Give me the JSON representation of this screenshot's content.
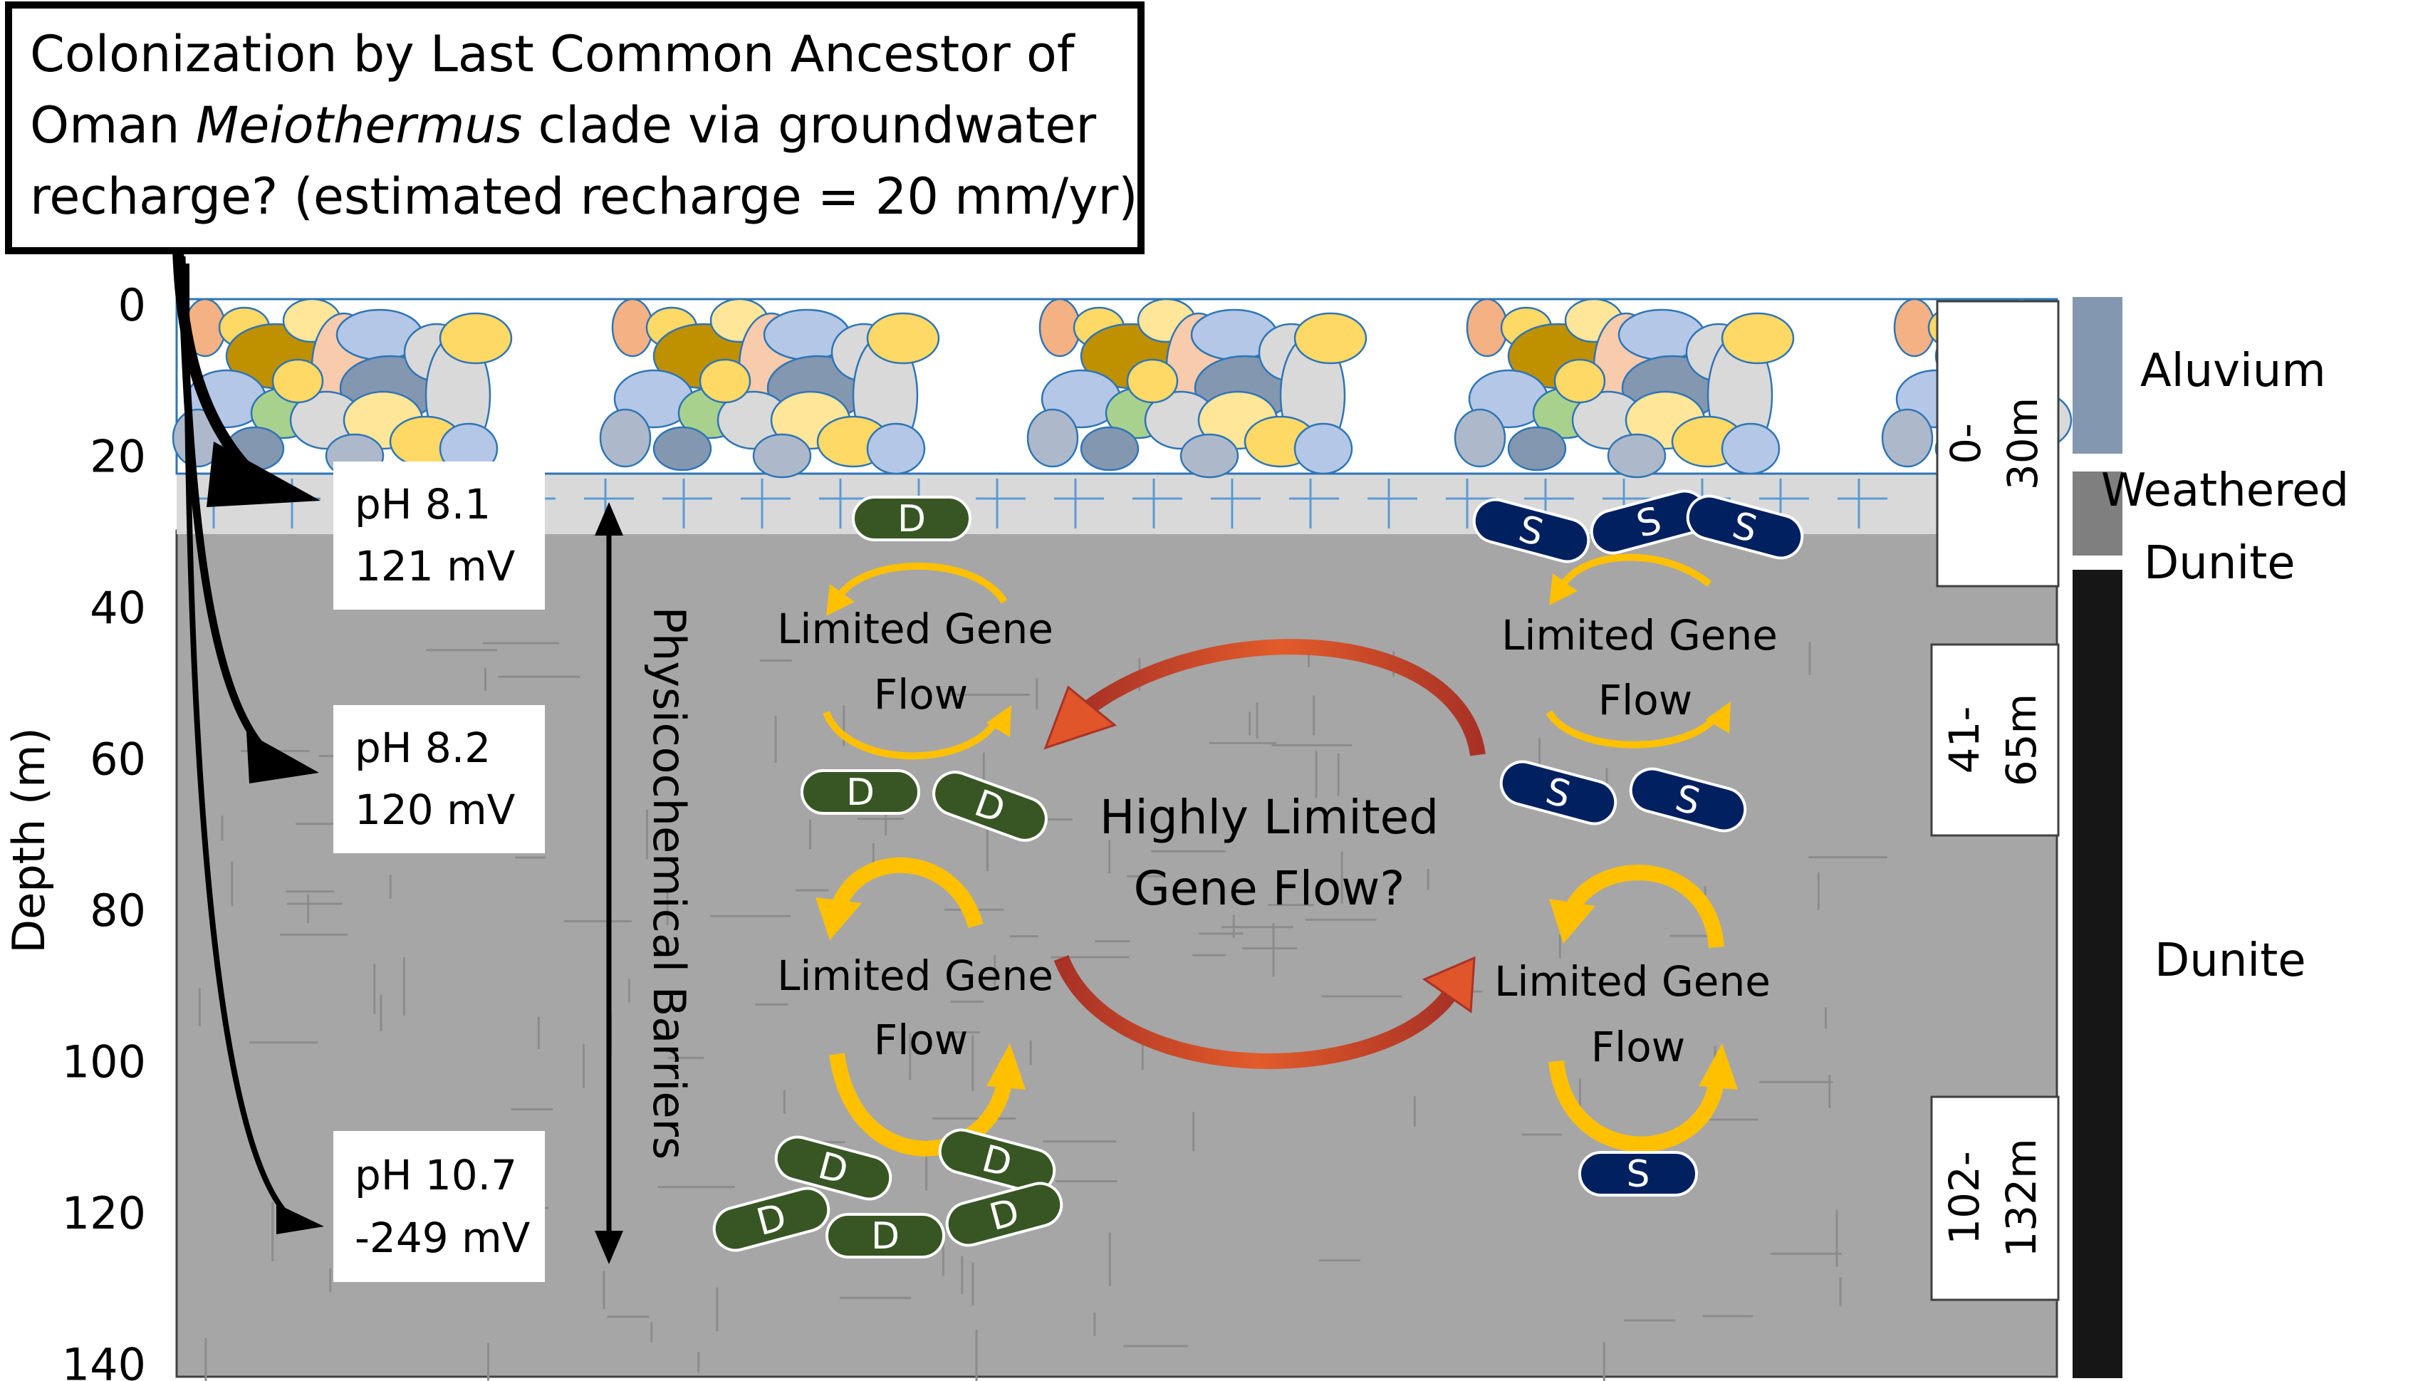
{
  "callout": {
    "line1": "Colonization by Last Common Ancestor of",
    "line2_pre": "Oman ",
    "line2_italic": "Meiothermus",
    "line2_post": " clade via groundwater",
    "line3": "recharge? (estimated recharge = 20 mm/yr)"
  },
  "y_axis": {
    "label": "Depth (m)",
    "ticks": [
      "0",
      "20",
      "40",
      "60",
      "80",
      "100",
      "120",
      "140"
    ]
  },
  "chemistry": [
    {
      "ph": "pH 8.1",
      "mv": "121 mV",
      "depth_m": 25
    },
    {
      "ph": "pH 8.2",
      "mv": "120 mV",
      "depth_m": 63
    },
    {
      "ph": "pH 10.7",
      "mv": "-249 mV",
      "depth_m": 122
    }
  ],
  "barrier_label": "Physicochemical Barriers",
  "gene_flow": {
    "limited": "Limited Gene Flow",
    "limited_line1": "Limited Gene",
    "limited_line2": "Flow",
    "highly_line1": "Highly Limited",
    "highly_line2": "Gene Flow?"
  },
  "cell_labels": {
    "d": "D",
    "s": "S"
  },
  "depth_intervals": [
    {
      "line1": "0-",
      "line2": "30m"
    },
    {
      "line1": "41-",
      "line2": "65m"
    },
    {
      "line1": "102-",
      "line2": "132m"
    }
  ],
  "legend": [
    {
      "label_lines": [
        "Aluvium"
      ],
      "color": "#8497b0"
    },
    {
      "label_lines": [
        "Weathered",
        "Dunite"
      ],
      "color": "#7f7f7f"
    },
    {
      "label_lines": [
        "Dunite"
      ],
      "color": "#161616"
    }
  ],
  "colors": {
    "dunite_fill": "#a6a6a6",
    "weathered_fill": "#d9d9d9",
    "d_cell": "#375623",
    "s_cell": "#002060",
    "yellow_arrow": "#ffc000",
    "red_arrow": "#c0392b"
  }
}
